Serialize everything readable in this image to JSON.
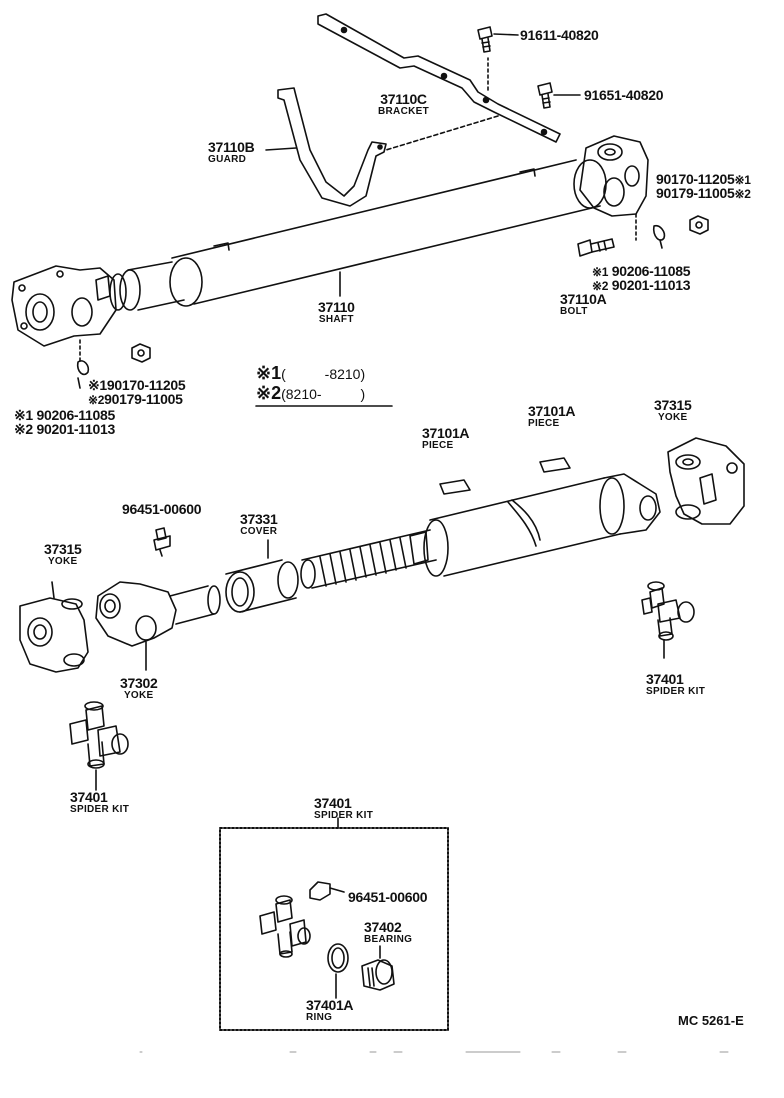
{
  "parts": {
    "p91611": "91611-40820",
    "p91651": "91651-40820",
    "bracket": {
      "num": "37110C",
      "name": "BRACKET"
    },
    "guard": {
      "num": "37110B",
      "name": "GUARD"
    },
    "shaft": {
      "num": "37110",
      "name": "SHAFT"
    },
    "bolt": {
      "num": "37110A",
      "name": "BOLT"
    },
    "r_nut1": "90170-11205",
    "r_nut1_mark": "※1",
    "r_nut2": "90179-11005",
    "r_nut2_mark": "※2",
    "r_bolt1_mark": "※1",
    "r_bolt1": "90206-11085",
    "r_bolt2_mark": "※2",
    "r_bolt2": "90201-11013",
    "l_nut1": "※190170-11205",
    "l_nut2_mark": "※2",
    "l_nut2": "90179-11005",
    "l_bolt1": "※1  90206-11085",
    "l_bolt2": "※2  90201-11013",
    "legend1_mark": "※1",
    "legend1_range": "(          -8210)",
    "legend2_mark": "※2",
    "legend2_range": "(8210-          )",
    "piece1": {
      "num": "37101A",
      "name": "PIECE"
    },
    "piece2": {
      "num": "37101A",
      "name": "PIECE"
    },
    "yoke_r": {
      "num": "37315",
      "name": "YOKE"
    },
    "grease1": "96451-00600",
    "cover": {
      "num": "37331",
      "name": "COVER"
    },
    "yoke_l": {
      "num": "37315",
      "name": "YOKE"
    },
    "yoke_slip": {
      "num": "37302",
      "name": "YOKE"
    },
    "spider_r": {
      "num": "37401",
      "name": "SPIDER KIT"
    },
    "spider_l": {
      "num": "37401",
      "name": "SPIDER KIT"
    },
    "kit": {
      "num": "37401",
      "name": "SPIDER KIT"
    },
    "grease2": "96451-00600",
    "bearing": {
      "num": "37402",
      "name": "BEARING"
    },
    "ring": {
      "num": "37401A",
      "name": "RING"
    }
  },
  "figure_code": "MC 5261-E"
}
